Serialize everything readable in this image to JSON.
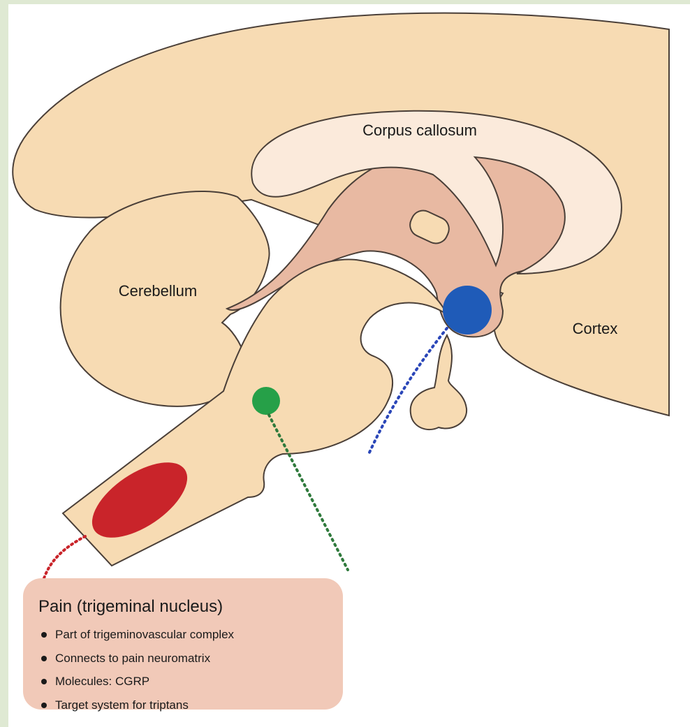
{
  "labels": {
    "corpus_callosum": "Corpus callosum",
    "cerebellum": "Cerebellum",
    "cortex": "Cortex"
  },
  "info_box": {
    "title": "Pain (trigeminal nucleus)",
    "items": [
      "Part of trigeminovascular complex",
      "Connects to pain neuromatrix",
      "Molecules: CGRP",
      "Target system for triptans"
    ]
  },
  "colors": {
    "brain_tissue": "#f7dbb3",
    "inner_region": "#e8b9a2",
    "corpus_callosum": "#fbeadb",
    "outline": "#4a3f38",
    "pain_region": "#c9242a",
    "green_marker": "#26a048",
    "blue_marker": "#1f5bb8",
    "info_box_bg": "#f1c9b8",
    "left_edge_tint": "#dfe9d3"
  }
}
